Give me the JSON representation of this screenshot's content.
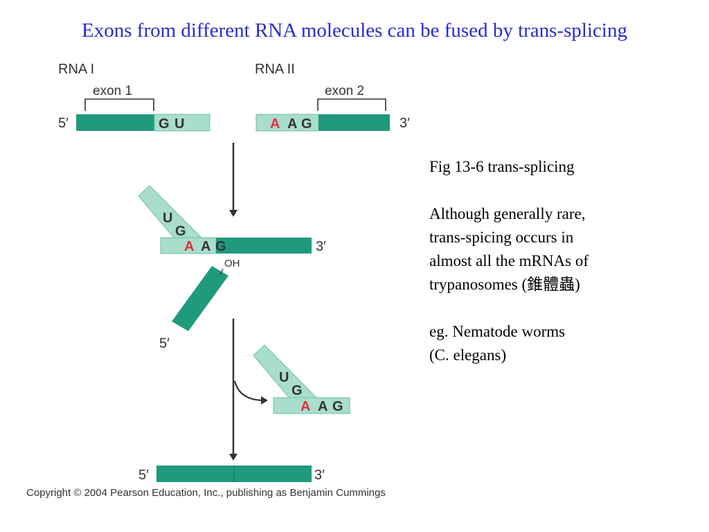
{
  "title": "Exons from different RNA molecules can be fused by trans-splicing",
  "diagram": {
    "colors": {
      "exon": "#1f9a7c",
      "intron": "#a9ddcc",
      "intron_edge": "#6fbfa7",
      "branch_a": "#e0303a",
      "arrow": "#333333"
    },
    "rna1_label": "RNA I",
    "rna2_label": "RNA II",
    "exon1_label": "exon 1",
    "exon2_label": "exon 2",
    "five_prime": "5′",
    "three_prime": "3′",
    "oh_label": "OH",
    "bases": {
      "g": "G",
      "u": "U",
      "a": "A"
    }
  },
  "caption": {
    "fig": "Fig 13-6 trans-splicing",
    "line1": "Although generally rare,",
    "line2": "trans-spicing occurs in",
    "line3": "almost all the mRNAs of",
    "line4": "trypanosomes (錐體蟲)",
    "line5": "eg. Nematode worms",
    "line6": "(C. elegans)"
  },
  "copyright": "Copyright © 2004 Pearson Education, Inc., publishing as Benjamin Cummings"
}
